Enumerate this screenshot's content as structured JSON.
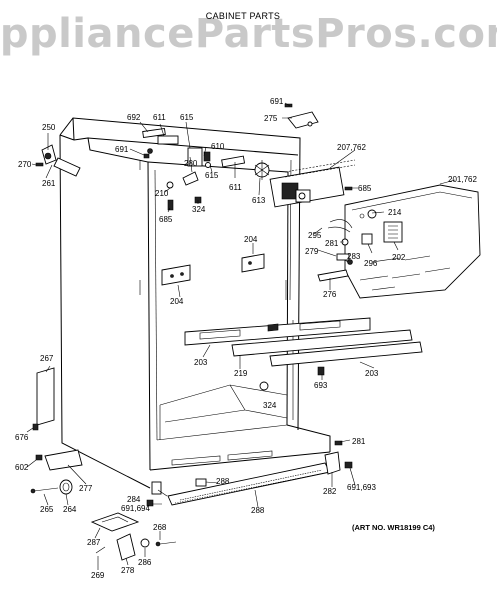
{
  "watermark": "AppliancePartsPros.com",
  "title": "CABINET PARTS",
  "art_number": "(ART NO. WR18199 C4)",
  "callouts": [
    "691",
    "275",
    "692",
    "611",
    "615",
    "691",
    "610",
    "280",
    "615",
    "611",
    "613",
    "250",
    "270",
    "261",
    "210",
    "685",
    "324",
    "207,762",
    "685",
    "201,762",
    "214",
    "204",
    "295",
    "281",
    "279",
    "283",
    "296",
    "202",
    "276",
    "204",
    "203",
    "219",
    "203",
    "693",
    "267",
    "324",
    "676",
    "602",
    "281",
    "277",
    "265",
    "264",
    "284",
    "288",
    "691,694",
    "288",
    "282",
    "691,693",
    "287",
    "286",
    "268",
    "269",
    "278"
  ]
}
